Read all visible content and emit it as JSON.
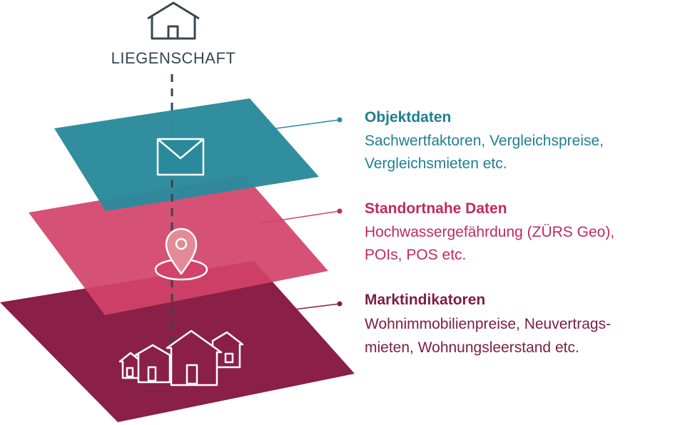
{
  "root": {
    "label": "LIEGENSCHAFT",
    "icon": "house-icon"
  },
  "colors": {
    "slate": "#37474f",
    "teal": "#2a8a9b",
    "teal_text": "#1f7f90",
    "pink": "#d2426a",
    "pink_text": "#c12a5c",
    "wine": "#8a1f47",
    "wine_text": "#7d1c41"
  },
  "layers": [
    {
      "title": "Objektdaten",
      "lines": [
        "Sachwertfaktoren, Vergleichspreise,",
        "Vergleichsmieten etc."
      ],
      "icon": "envelope-icon"
    },
    {
      "title": "Standortnahe Daten",
      "lines": [
        "Hochwassergefährdung (ZÜRS Geo),",
        "POIs, POS etc."
      ],
      "icon": "map-pin-icon"
    },
    {
      "title": "Marktindikatoren",
      "lines": [
        "Wohnimmobilienpreise, Neuvertrags-",
        "mieten, Wohnungsleerstand etc."
      ],
      "icon": "houses-icon"
    }
  ]
}
